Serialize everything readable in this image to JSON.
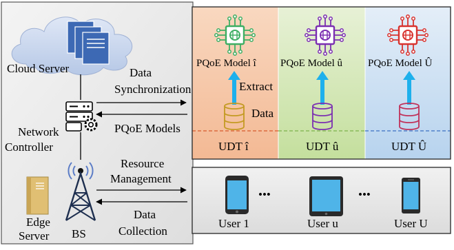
{
  "cloud_server": "Cloud Server",
  "network_controller": [
    "Network",
    "Controller"
  ],
  "edge_server": [
    "Edge",
    "Server"
  ],
  "bs": "BS",
  "data_sync": [
    "Data",
    "Synchronization"
  ],
  "pqoe_models": "PQoE Models",
  "resource_mgmt": [
    "Resource",
    "Management"
  ],
  "data_collection": [
    "Data",
    "Collection"
  ],
  "udt_columns": [
    {
      "model": "PQoE Model î",
      "udt": "UDT î",
      "color": "#f7c9a8",
      "chip": "#3fae63"
    },
    {
      "model": "PQoE Model û",
      "udt": "UDT û",
      "color": "#d3e8b5",
      "chip": "#7b2fb1"
    },
    {
      "model": "PQoE Model Û",
      "udt": "UDT Û",
      "color": "#c9dff3",
      "chip": "#d8332f"
    }
  ],
  "extract": "Extract",
  "data": "Data",
  "ellipsis": "•••",
  "users": [
    "User 1",
    "User u",
    "User U"
  ],
  "colors": {
    "accent_arrow": "#1eb0ec",
    "db_orange": "#c49a22",
    "db_purple": "#7b2fb1",
    "db_red": "#c0325a"
  }
}
